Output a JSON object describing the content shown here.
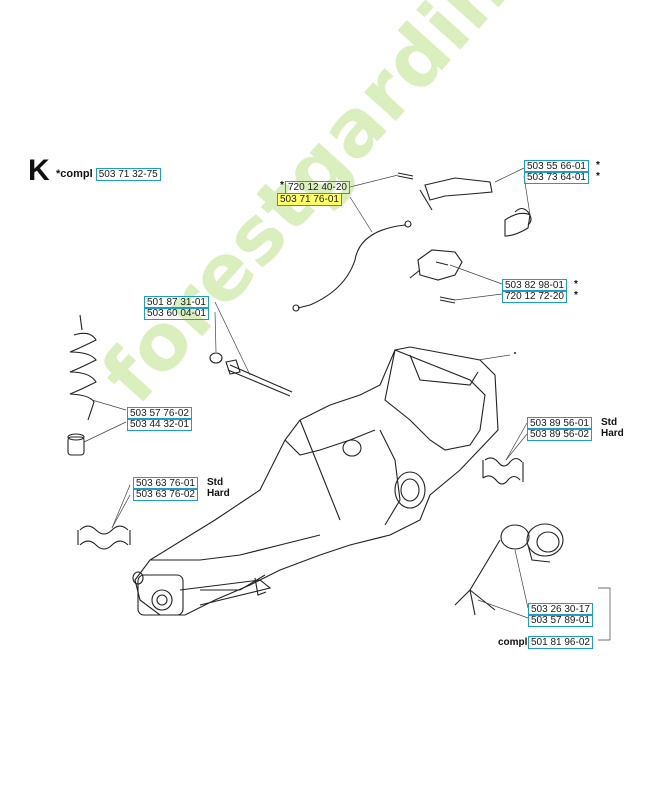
{
  "section": {
    "letter": "K",
    "compl_prefix": "*compl",
    "compl_part": "503 71 32-75"
  },
  "parts": [
    {
      "id": "p1",
      "num": "720 12 40-20",
      "prefix": "*"
    },
    {
      "id": "p2",
      "num": "503 71 76-01",
      "highlight": true
    },
    {
      "id": "p3",
      "num": "503 55 66-01",
      "suffix": "*"
    },
    {
      "id": "p4",
      "num": "503 73 64-01",
      "suffix": "*"
    },
    {
      "id": "p5",
      "num": "503 82 98-01",
      "suffix": "*"
    },
    {
      "id": "p6",
      "num": "720 12 72-20",
      "suffix": "*"
    },
    {
      "id": "p7",
      "num": "501 87 31-01"
    },
    {
      "id": "p8",
      "num": "503 60 04-01"
    },
    {
      "id": "p9",
      "num": "503 57 76-02"
    },
    {
      "id": "p10",
      "num": "503 44 32-01"
    },
    {
      "id": "p11",
      "num": "503 89 56-01",
      "note": "Std"
    },
    {
      "id": "p12",
      "num": "503 89 56-02",
      "note": "Hard"
    },
    {
      "id": "p13",
      "num": "503 63 76-01",
      "note": "Std"
    },
    {
      "id": "p14",
      "num": "503 63 76-02",
      "note": "Hard"
    },
    {
      "id": "p15",
      "num": "503 26 30-17"
    },
    {
      "id": "p16",
      "num": "503 57 89-01"
    },
    {
      "id": "p17",
      "num": "501 81 96-02",
      "prefix": "compl"
    }
  ],
  "watermark": {
    "text": "forestgardin.com"
  },
  "colors": {
    "label_border": "#1aa0c8",
    "highlight": "#ffff66",
    "watermark_green": "#96cd46",
    "watermark_orange": "#f59628"
  }
}
